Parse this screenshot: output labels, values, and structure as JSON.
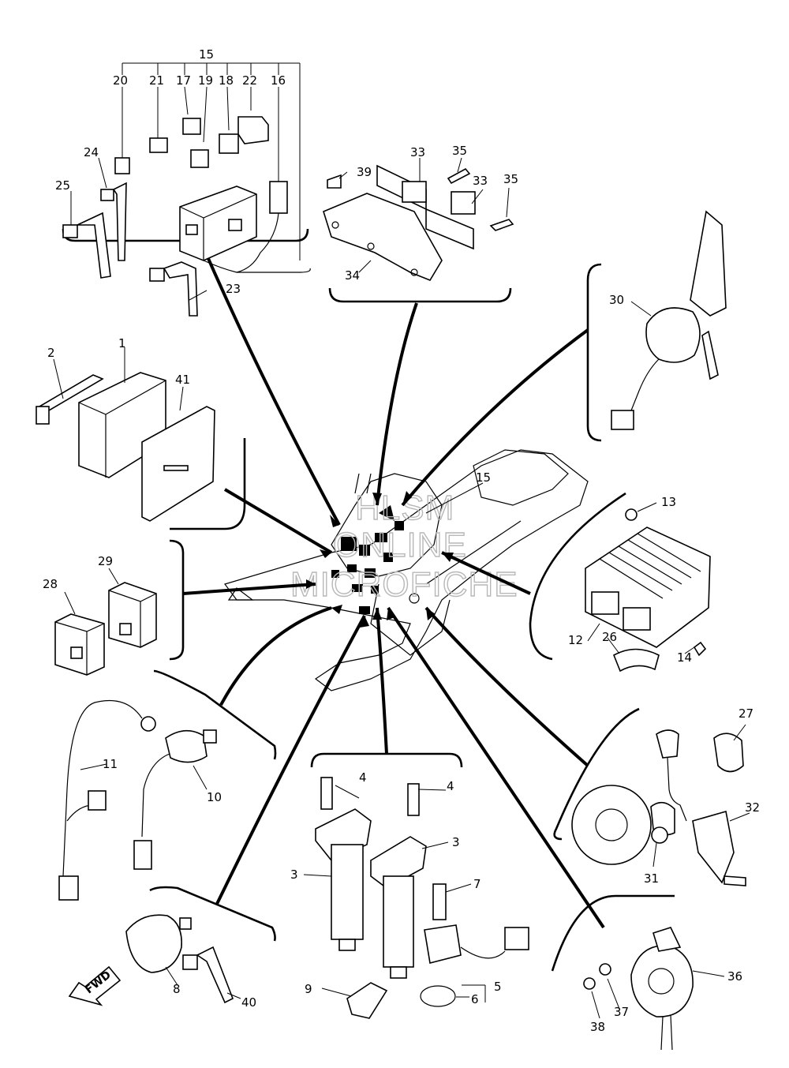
{
  "watermark": {
    "line1": "HLSM",
    "line2": "ONLINE",
    "line3": "MICROFICHE"
  },
  "direction_label": "FWD",
  "callouts": {
    "c1": "1",
    "c2": "2",
    "c3a": "3",
    "c3b": "3",
    "c4a": "4",
    "c4b": "4",
    "c5": "5",
    "c6": "6",
    "c7": "7",
    "c8": "8",
    "c9": "9",
    "c10": "10",
    "c11": "11",
    "c12": "12",
    "c13": "13",
    "c14": "14",
    "c15a": "15",
    "c15b": "15",
    "c16": "16",
    "c17": "17",
    "c18": "18",
    "c19": "19",
    "c20": "20",
    "c21": "21",
    "c22": "22",
    "c23": "23",
    "c24": "24",
    "c25": "25",
    "c26": "26",
    "c27": "27",
    "c28": "28",
    "c29": "29",
    "c30": "30",
    "c31": "31",
    "c32": "32",
    "c33a": "33",
    "c33b": "33",
    "c34": "34",
    "c35a": "35",
    "c35b": "35",
    "c36": "36",
    "c37": "37",
    "c38": "38",
    "c39": "39",
    "c40": "40",
    "c41": "41"
  }
}
